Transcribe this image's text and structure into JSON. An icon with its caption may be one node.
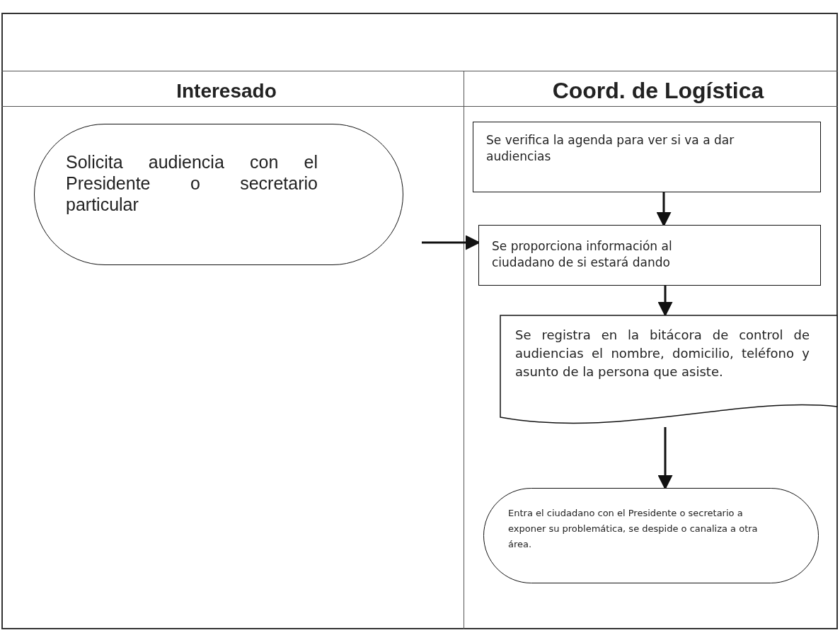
{
  "diagram": {
    "nodes": [
      {
        "text": [
          "Solicita audiencia con el Presidente o secretario particular"
        ]
      },
      {
        "text": [
          "Se verifica la agenda para ver si va a dar audiencias"
        ]
      },
      {
        "text": [
          "Se proporciona información al ciudadano de si estará dando"
        ]
      },
      {
        "text": [
          "Se registra en la bitácora de control de audiencias el nombre, domicilio, teléfono y asunto de la persona que asiste."
        ]
      },
      {
        "text": [
          "Entra el ciudadano con el Presidente o secretario a exponer su problemática, se despide o canaliza a otra área."
        ]
      }
    ],
    "edges": [
      {
        "from": 0,
        "to": 2,
        "arrow": "to"
      },
      {
        "from": 1,
        "to": 2,
        "arrow": "to"
      },
      {
        "from": 2,
        "to": 3,
        "arrow": "to"
      },
      {
        "from": 3,
        "to": 4,
        "arrow": "to"
      }
    ],
    "labels": [
      "Interesado",
      "Coord. de Logística"
    ]
  }
}
